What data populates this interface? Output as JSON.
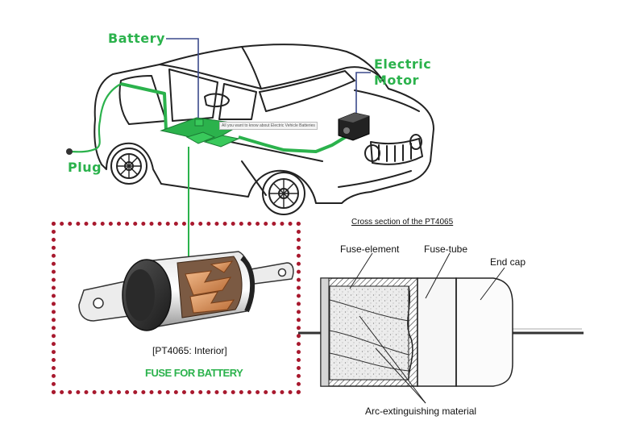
{
  "labels": {
    "battery": "Battery",
    "electric": "Electric",
    "motor": "Motor",
    "plug": "Plug",
    "tooltip": "All you want to know about Electric Vehicle Batteries",
    "interior": "[PT4065: Interior]",
    "fuse_for_battery": "FUSE FOR BATTERY",
    "cross_section_title": "Cross section of the PT4065",
    "fuse_element": "Fuse-element",
    "fuse_tube": "Fuse-tube",
    "end_cap": "End cap",
    "arc_material": "Arc-extinguishing material"
  },
  "colors": {
    "highlight_green": "#2bb24c",
    "dotted_frame": "#a8192e",
    "callout_blue": "#3b4a8c"
  },
  "icons": [
    "car-drawing",
    "battery-pack",
    "electric-motor",
    "charging-plug",
    "fuse-3d-cutaway",
    "fuse-cross-section"
  ]
}
